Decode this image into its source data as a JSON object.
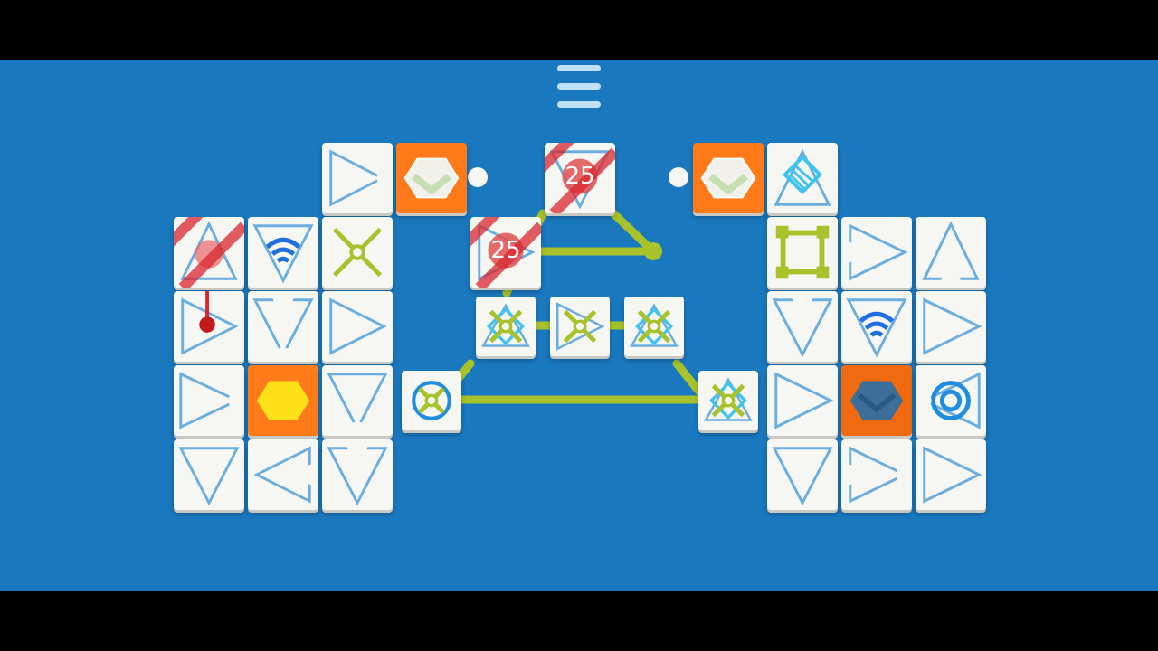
{
  "menu": {
    "icon": "hamburger-menu-icon"
  },
  "colors": {
    "background": "#1a78bf",
    "tile": "#f6f6f2",
    "outline": "#6aaee0",
    "link": "#a7c22a",
    "orange": "#ff7a19",
    "yellow": "#ffe11a",
    "red": "#d9272e"
  },
  "locked_tiles": [
    {
      "id": "lock-top",
      "count": "25"
    },
    {
      "id": "lock-mid",
      "count": "25"
    }
  ]
}
